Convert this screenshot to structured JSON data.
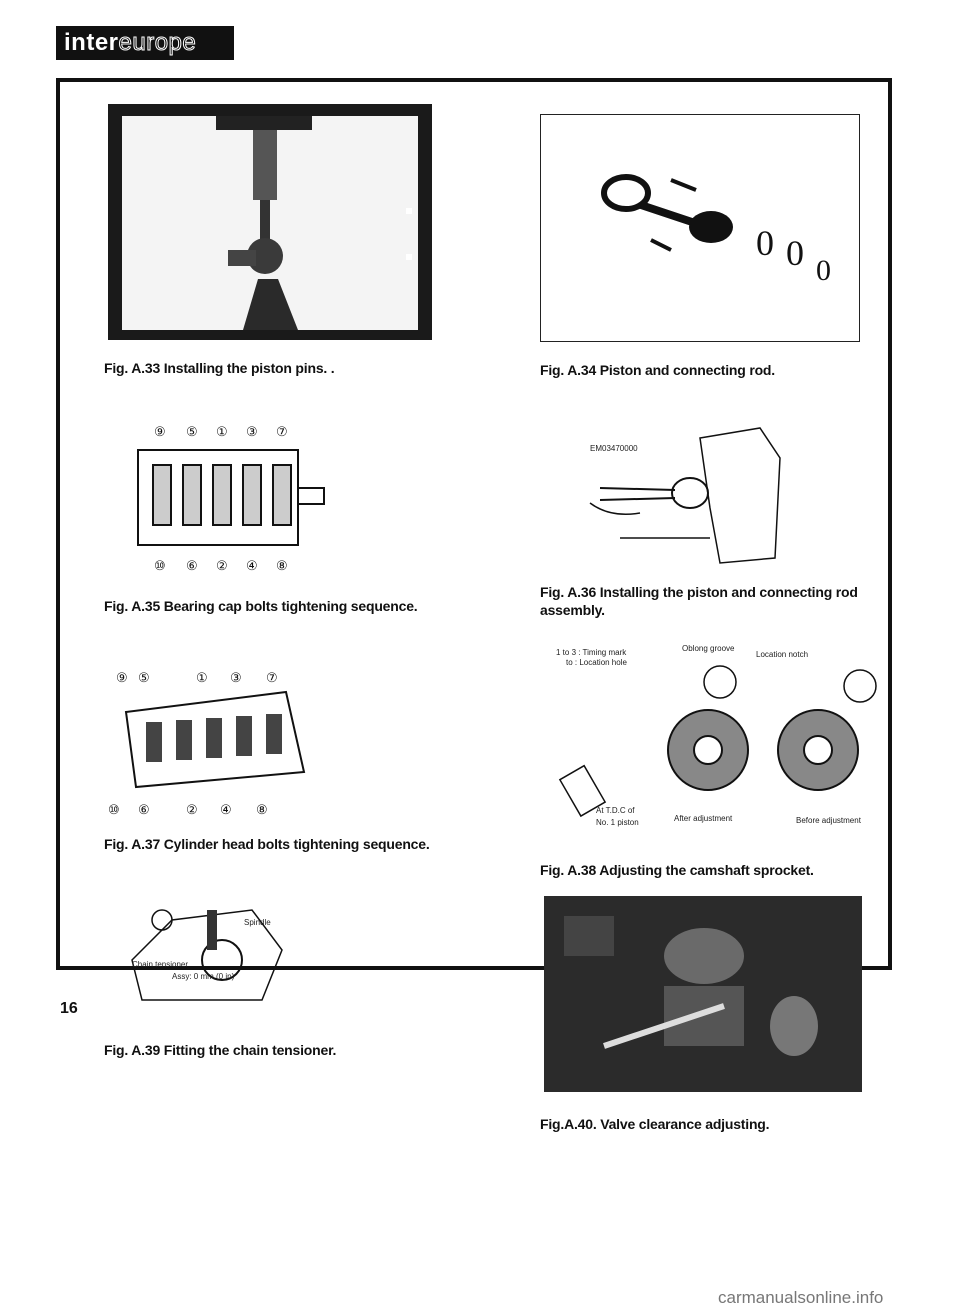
{
  "header": {
    "brand_solid": "inter",
    "brand_outline": "europe"
  },
  "figures": {
    "a33": "Fig. A.33 Installing the piston pins. .",
    "a34": "Fig. A.34 Piston and connecting rod.",
    "a35": "Fig. A.35 Bearing cap bolts tightening sequence.",
    "a36_line1": "Fig. A.36 Installing the piston and connecting rod",
    "a36_line2": "assembly.",
    "a37": "Fig. A.37 Cylinder head bolts tightening sequence.",
    "a38": "Fig. A.38 Adjusting the camshaft sprocket.",
    "a39": "Fig. A.39 Fitting the chain tensioner.",
    "a40": "Fig.A.40. Valve clearance adjusting."
  },
  "labels": {
    "tool_code": "EM03470000",
    "legend_1": "1 to 3 :  Timing mark",
    "legend_2": "to     :  Location hole",
    "oblong_groove": "Oblong groove",
    "location_notch": "Location notch",
    "at_tdc_1": "At T.D.C of",
    "at_tdc_2": "No. 1 piston",
    "after_adjustment": "After adjustment",
    "before_adjustment": "Before adjustment",
    "spindle": "Spindle",
    "chain_tensioner": "Chain tensioner",
    "assy_gap": "Assy: 0 mm (0 in)"
  },
  "page_number": "16",
  "watermark": "carmanualsonline.info"
}
